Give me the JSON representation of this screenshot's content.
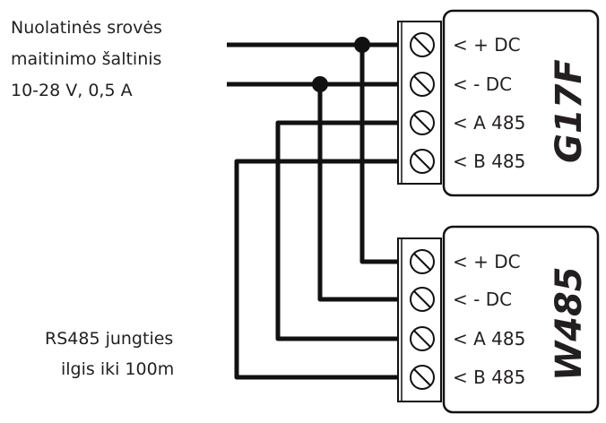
{
  "power_label": [
    "Nuolatinės srovės",
    "maitinimo šaltinis",
    "10-28 V, 0,5 A"
  ],
  "cable_label": [
    "RS485 jungties",
    "ilgis iki 100m"
  ],
  "devices": [
    {
      "name": "G17F",
      "terminals": [
        "< + DC",
        "< - DC",
        "< A 485",
        "< B 485"
      ]
    },
    {
      "name": "W485",
      "terminals": [
        "< + DC",
        "< - DC",
        "< A 485",
        "< B 485"
      ]
    }
  ]
}
